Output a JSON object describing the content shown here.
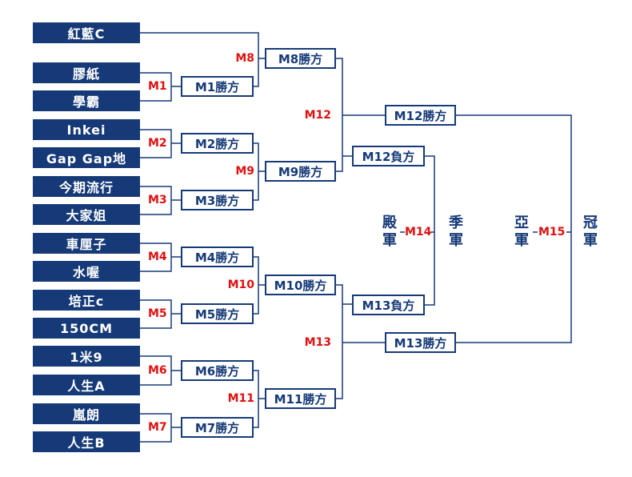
{
  "teams": [
    "紅藍C",
    "膠紙",
    "學霸",
    "Inkei",
    "Gap Gap地",
    "今期流行",
    "大家姐",
    "車厘子",
    "水喔",
    "培正c",
    "150CM",
    "1米9",
    "人生A",
    "嵐朗",
    "人生B"
  ],
  "match_labels": {
    "m1": "M1",
    "m2": "M2",
    "m3": "M3",
    "m4": "M4",
    "m5": "M5",
    "m6": "M6",
    "m7": "M7",
    "m8": "M8",
    "m9": "M9",
    "m10": "M10",
    "m11": "M11",
    "m12": "M12",
    "m13": "M13",
    "m14": "M14",
    "m15": "M15"
  },
  "winner_boxes": {
    "m1": "M1勝方",
    "m2": "M2勝方",
    "m3": "M3勝方",
    "m4": "M4勝方",
    "m5": "M5勝方",
    "m6": "M6勝方",
    "m7": "M7勝方",
    "m8": "M8勝方",
    "m9": "M9勝方",
    "m10": "M10勝方",
    "m11": "M11勝方",
    "m12": "M12勝方",
    "m13": "M13勝方"
  },
  "loser_boxes": {
    "m12": "M12負方",
    "m13": "M13負方"
  },
  "places": {
    "third": "殿軍",
    "fourth": "季軍",
    "second": "亞軍",
    "champion": "冠軍"
  },
  "colors": {
    "team_fill": "#163a78",
    "line": "#163a78",
    "match_label": "#e01010"
  }
}
